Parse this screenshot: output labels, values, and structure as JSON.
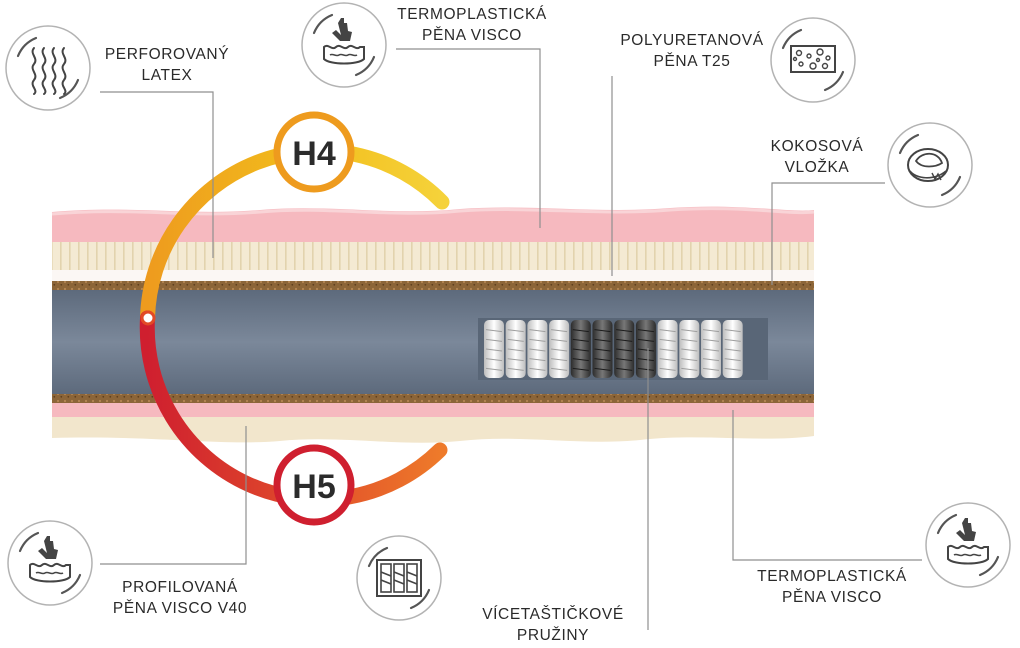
{
  "colors": {
    "foam_pink": "#f6b9bf",
    "latex": "#f3e8cf",
    "coconut": "#8a6438",
    "core": "#6d7a8b",
    "grade_yellow": "#f2be1c",
    "grade_orange": "#ee9b1e",
    "grade_red": "#cf1f2f",
    "leader_line": "#8f8f8f"
  },
  "badges": {
    "upper": "H4",
    "lower": "H5"
  },
  "labels": {
    "perforated_latex": [
      "PERFOROVANÝ",
      "LATEX"
    ],
    "thermo_visco_top": [
      "TERMOPLASTICKÁ",
      "PĚNA VISCO"
    ],
    "polyurethane": [
      "POLYURETANOVÁ",
      "PĚNA T25"
    ],
    "coconut": [
      "KOKOSOVÁ",
      "VLOŽKA"
    ],
    "profiled_visco": [
      "PROFILOVANÁ",
      "PĚNA VISCO V40"
    ],
    "pocket_springs": [
      "VÍCETAŠTIČKOVÉ",
      "PRUŽINY"
    ],
    "thermo_visco_bottom": [
      "TERMOPLASTICKÁ",
      "PĚNA VISCO"
    ]
  },
  "icons": {
    "perforated_latex": "wavy-lines-icon",
    "thermo_visco_top": "hand-pressing-foam-icon",
    "polyurethane": "foam-block-icon",
    "coconut": "coconut-icon",
    "profiled_visco": "hand-pressing-foam-icon",
    "pocket_springs": "pocket-springs-icon",
    "thermo_visco_bottom": "hand-pressing-foam-icon"
  }
}
